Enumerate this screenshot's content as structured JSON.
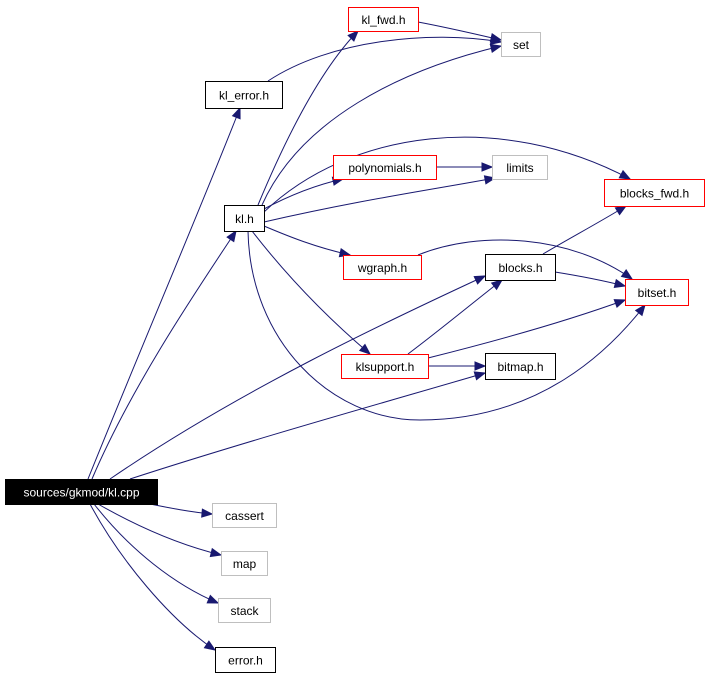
{
  "colors": {
    "edge": "#191970",
    "border_black": "#000000",
    "border_red": "#ff0000",
    "border_gray": "#bfbfbf",
    "root_fill": "#000000",
    "root_text": "#ffffff",
    "text": "#000000"
  },
  "nodes": [
    {
      "id": "kl_fwd",
      "label": "kl_fwd.h",
      "style": "red"
    },
    {
      "id": "set",
      "label": "set",
      "style": "gray"
    },
    {
      "id": "kl_error",
      "label": "kl_error.h",
      "style": "black"
    },
    {
      "id": "polynomials",
      "label": "polynomials.h",
      "style": "red"
    },
    {
      "id": "limits",
      "label": "limits",
      "style": "gray"
    },
    {
      "id": "blocks_fwd",
      "label": "blocks_fwd.h",
      "style": "red"
    },
    {
      "id": "kl",
      "label": "kl.h",
      "style": "black"
    },
    {
      "id": "wgraph",
      "label": "wgraph.h",
      "style": "red"
    },
    {
      "id": "blocks",
      "label": "blocks.h",
      "style": "black"
    },
    {
      "id": "bitset",
      "label": "bitset.h",
      "style": "red"
    },
    {
      "id": "klsupport",
      "label": "klsupport.h",
      "style": "red"
    },
    {
      "id": "bitmap",
      "label": "bitmap.h",
      "style": "black"
    },
    {
      "id": "root",
      "label": "sources/gkmod/kl.cpp",
      "style": "root"
    },
    {
      "id": "cassert",
      "label": "cassert",
      "style": "gray"
    },
    {
      "id": "map",
      "label": "map",
      "style": "gray"
    },
    {
      "id": "stack",
      "label": "stack",
      "style": "gray"
    },
    {
      "id": "error",
      "label": "error.h",
      "style": "black"
    }
  ],
  "edges": [
    {
      "from": "root",
      "to": "kl_error"
    },
    {
      "from": "root",
      "to": "kl"
    },
    {
      "from": "root",
      "to": "blocks"
    },
    {
      "from": "root",
      "to": "bitmap"
    },
    {
      "from": "root",
      "to": "cassert"
    },
    {
      "from": "root",
      "to": "map"
    },
    {
      "from": "root",
      "to": "stack"
    },
    {
      "from": "root",
      "to": "error"
    },
    {
      "from": "kl_error",
      "to": "set"
    },
    {
      "from": "kl_fwd",
      "to": "set"
    },
    {
      "from": "kl",
      "to": "kl_fwd"
    },
    {
      "from": "kl",
      "to": "set"
    },
    {
      "from": "kl",
      "to": "polynomials"
    },
    {
      "from": "kl",
      "to": "limits"
    },
    {
      "from": "kl",
      "to": "blocks_fwd"
    },
    {
      "from": "kl",
      "to": "wgraph"
    },
    {
      "from": "kl",
      "to": "klsupport"
    },
    {
      "from": "kl",
      "to": "bitset"
    },
    {
      "from": "polynomials",
      "to": "limits"
    },
    {
      "from": "wgraph",
      "to": "bitset"
    },
    {
      "from": "blocks",
      "to": "blocks_fwd"
    },
    {
      "from": "blocks",
      "to": "bitset"
    },
    {
      "from": "klsupport",
      "to": "blocks"
    },
    {
      "from": "klsupport",
      "to": "bitset"
    },
    {
      "from": "klsupport",
      "to": "bitmap"
    }
  ]
}
